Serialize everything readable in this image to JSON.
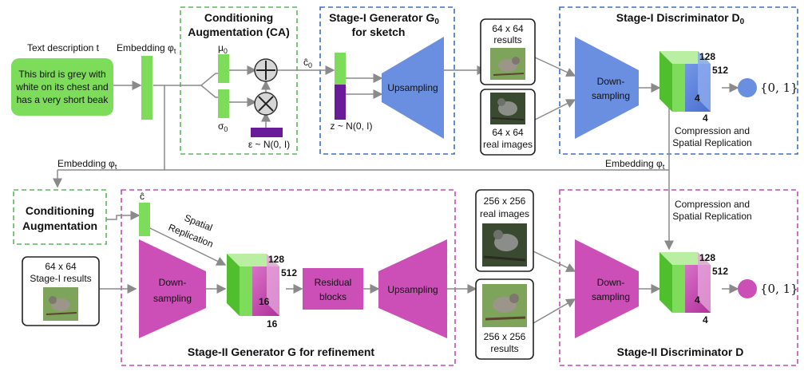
{
  "diagram": {
    "text_description_label": "Text description t",
    "text_description_lines": [
      "This bird is grey with",
      "white on its chest and",
      "has a very short beak"
    ],
    "embedding_top": "Embedding φ",
    "embedding_top_sub": "t",
    "ca_title_line1": "Conditioning",
    "ca_title_line2": "Augmentation (CA)",
    "mu0": "μ",
    "mu0_sub": "0",
    "sigma0": "σ",
    "sigma0_sub": "0",
    "epsilon": "ε ~ N(0, I)",
    "c0_hat": "ĉ",
    "c0_sub": "0",
    "g0_title_line1": "Stage-I Generator G",
    "g0_title_sub": "0",
    "g0_title_line2": "for sketch",
    "z_label": "z ~ N(0, I)",
    "upsampling_1": "Upsampling",
    "results_64_line1": "64 x 64",
    "results_64_line2": "results",
    "real_64_line1": "64 x 64",
    "real_64_line2": "real images",
    "d0_title": "Stage-I Discriminator D",
    "d0_title_sub": "0",
    "downsampling_1_line1": "Down-",
    "downsampling_1_line2": "sampling",
    "d0_dim_128": "128",
    "d0_dim_512": "512",
    "d0_dim_4a": "4",
    "d0_dim_4b": "4",
    "d0_output": "{0, 1}",
    "d0_compress_line1": "Compression and",
    "d0_compress_line2": "Spatial Replication",
    "embedding_mid_left": "Embedding φ",
    "embedding_mid_left_sub": "t",
    "embedding_mid_right": "Embedding φ",
    "embedding_mid_right_sub": "t",
    "ca2_line1": "Conditioning",
    "ca2_line2": "Augmentation",
    "c_hat": "ĉ",
    "spatial_repl_line1": "Spatial",
    "spatial_repl_line2": "Replication",
    "stage1_results_line1": "64 x 64",
    "stage1_results_line2": "Stage-I results",
    "downsampling_2_line1": "Down-",
    "downsampling_2_line2": "sampling",
    "g_dim_128": "128",
    "g_dim_512": "512",
    "g_dim_16a": "16",
    "g_dim_16b": "16",
    "residual_line1": "Residual",
    "residual_line2": "blocks",
    "upsampling_2": "Upsampling",
    "real_256_line1": "256 x 256",
    "real_256_line2": "real images",
    "results_256_line1": "256 x 256",
    "results_256_line2": "results",
    "g_title": "Stage-II Generator G for refinement",
    "d_compress_line1": "Compression and",
    "d_compress_line2": "Spatial Replication",
    "downsampling_3_line1": "Down-",
    "downsampling_3_line2": "sampling",
    "d_dim_128": "128",
    "d_dim_512": "512",
    "d_dim_4a": "4",
    "d_dim_4b": "4",
    "d_output": "{0, 1}",
    "d_title": "Stage-II Discriminator D",
    "colors": {
      "green": "#7ddc5a",
      "green_dark": "#4fbf2e",
      "blue": "#6b8fe0",
      "magenta": "#cc4fb7",
      "purple": "#6a1b9a",
      "box_green": "#5cb85c",
      "box_blue": "#3f6fc4",
      "box_magenta": "#c04fb0"
    }
  }
}
